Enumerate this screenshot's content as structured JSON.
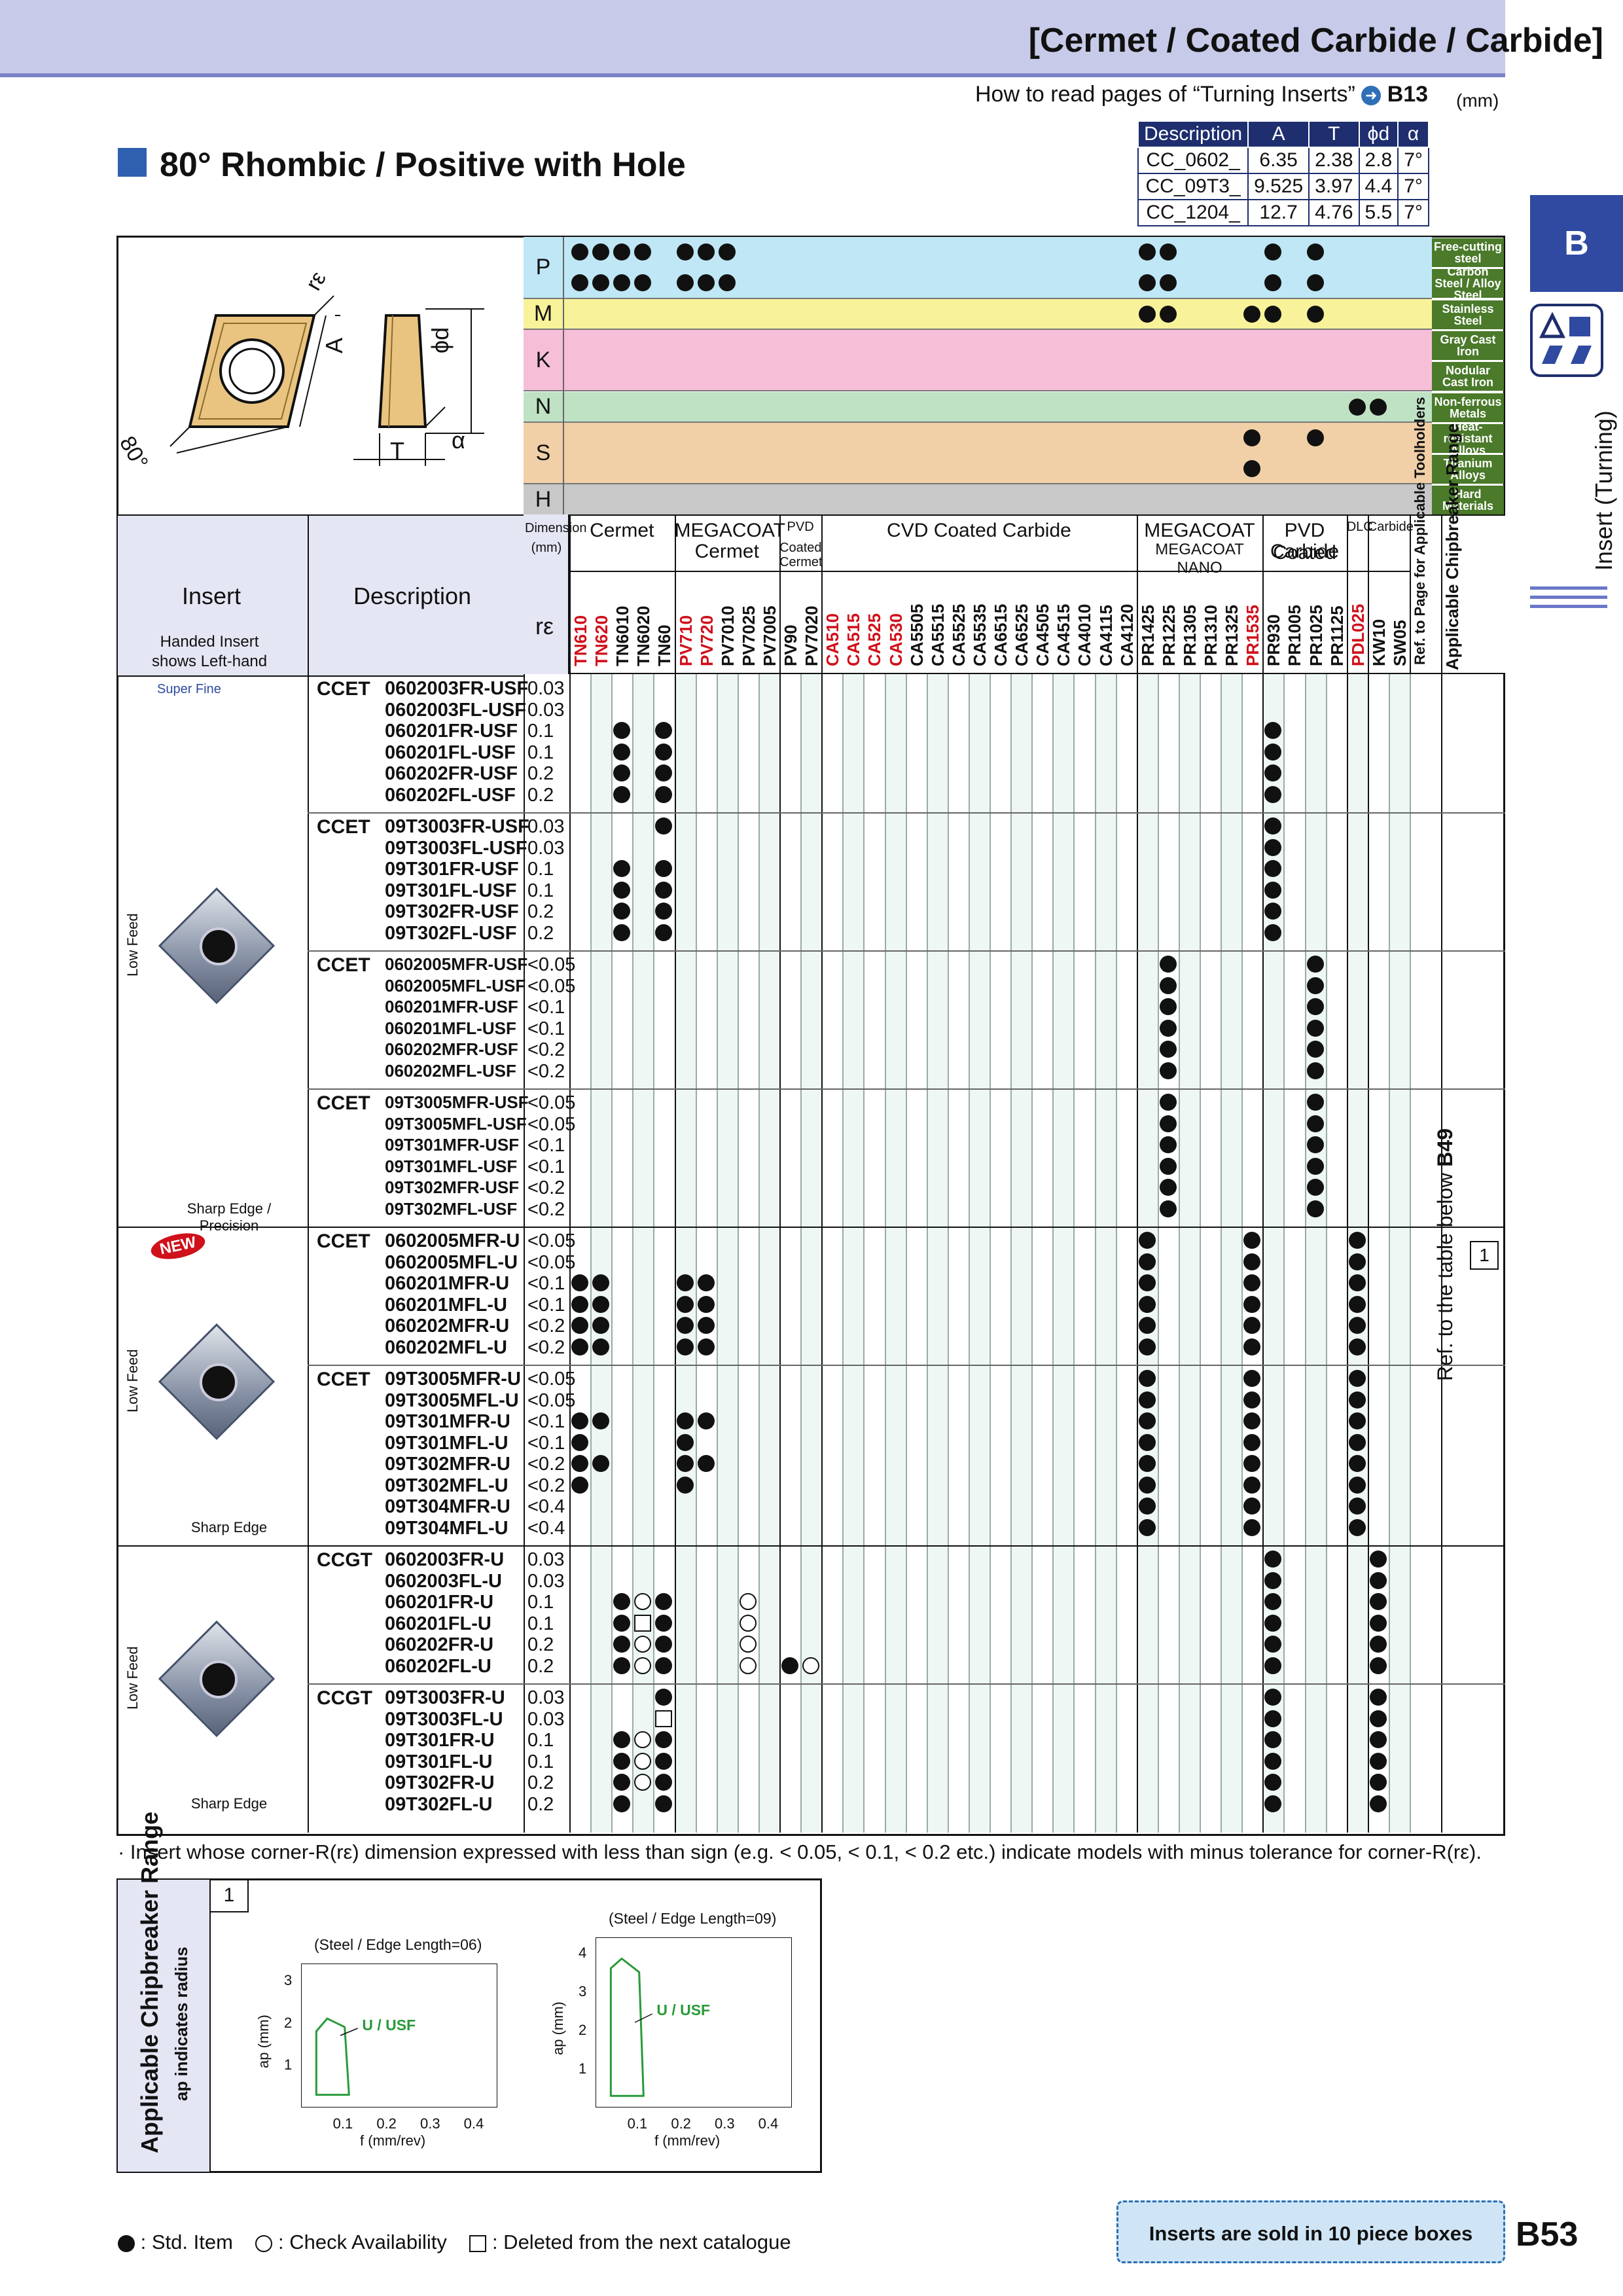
{
  "header": {
    "title": "[Cermet / Coated Carbide / Carbide]",
    "howto": "How to read pages of “Turning Inserts”",
    "howto_ref": "B13",
    "unit": "(mm)"
  },
  "section_title": "80° Rhombic / Positive with Hole",
  "dims_table": {
    "headers": [
      "Description",
      "A",
      "T",
      "ϕd",
      "α"
    ],
    "rows": [
      [
        "CC_0602_",
        "6.35",
        "2.38",
        "2.8",
        "7°"
      ],
      [
        "CC_09T3_",
        "9.525",
        "3.97",
        "4.4",
        "7°"
      ],
      [
        "CC_1204_",
        "12.7",
        "4.76",
        "5.5",
        "7°"
      ]
    ]
  },
  "side_tab": {
    "letter": "B",
    "label": "Insert (Turning)"
  },
  "drawing": {
    "re": "rε",
    "A": "A",
    "T": "T",
    "phid": "ϕd",
    "alpha": "α",
    "angle": "80°"
  },
  "workpieces": [
    {
      "letter": "P",
      "labels": [
        "Free-cutting steel",
        "Carbon Steel / Alloy Steel"
      ],
      "color": "#bfe7f5"
    },
    {
      "letter": "M",
      "labels": [
        "Stainless Steel"
      ],
      "color": "#f8f29a"
    },
    {
      "letter": "K",
      "labels": [
        "Gray Cast Iron",
        "Nodular Cast Iron"
      ],
      "color": "#f6bfd7"
    },
    {
      "letter": "N",
      "labels": [
        "Non-ferrous Metals"
      ],
      "color": "#bfe1c4"
    },
    {
      "letter": "S",
      "labels": [
        "Heat-resistant Alloys",
        "Titanium Alloys"
      ],
      "color": "#f1d0a8"
    },
    {
      "letter": "H",
      "labels": [
        "Hard Materials"
      ],
      "color": "#c8c8c8"
    }
  ],
  "col_header": {
    "insert": "Insert",
    "handed": "Handed Insert",
    "handed2": "shows Left-hand",
    "description": "Description",
    "dimension": "Dimension",
    "dimension2": "(mm)",
    "re": "rε",
    "ref_page": "Ref. to Page for",
    "ref_page2": "Applicable Toolholders",
    "chip": "Applicable",
    "chip2": "Chipbreaker Range"
  },
  "groups": [
    {
      "name": "Cermet",
      "sub": ""
    },
    {
      "name": "MEGACOAT",
      "sub": "Cermet"
    },
    {
      "name": "PVD",
      "sub": "Coated",
      "sub2": "Cermet"
    },
    {
      "name": "CVD Coated Carbide",
      "sub": ""
    },
    {
      "name": "MEGACOAT",
      "sub": "MEGACOAT NANO"
    },
    {
      "name": "PVD Coated",
      "sub": "Carbide"
    },
    {
      "name": "DLC",
      "sub": ""
    },
    {
      "name": "Carbide",
      "sub": ""
    }
  ],
  "grades": [
    "TN610",
    "TN620",
    "TN6010",
    "TN6020",
    "TN60",
    "PV710",
    "PV720",
    "PV7010",
    "PV7025",
    "PV7005",
    "PV90",
    "PV7020",
    "CA510",
    "CA515",
    "CA525",
    "CA530",
    "CA5505",
    "CA5515",
    "CA5525",
    "CA5535",
    "CA6515",
    "CA6525",
    "CA4505",
    "CA4515",
    "CA4010",
    "CA4115",
    "CA4120",
    "PR1425",
    "PR1225",
    "PR1305",
    "PR1310",
    "PR1325",
    "PR1535",
    "PR930",
    "PR1005",
    "PR1025",
    "PR1125",
    "PDL025",
    "KW10",
    "SW05"
  ],
  "sections": [
    {
      "category": "Low Feed",
      "tag": "Super Fine",
      "edge": "Sharp Edge / Precision",
      "new": "",
      "blocks": [
        {
          "type": "CCET",
          "rows": [
            [
              "0602003FR-USF",
              "0.03"
            ],
            [
              "0602003FL-USF",
              "0.03"
            ],
            [
              "060201FR-USF",
              "0.1"
            ],
            [
              "060201FL-USF",
              "0.1"
            ],
            [
              "060202FR-USF",
              "0.2"
            ],
            [
              "060202FL-USF",
              "0.2"
            ]
          ]
        },
        {
          "type": "CCET",
          "rows": [
            [
              "09T3003FR-USF",
              "0.03"
            ],
            [
              "09T3003FL-USF",
              "0.03"
            ],
            [
              "09T301FR-USF",
              "0.1"
            ],
            [
              "09T301FL-USF",
              "0.1"
            ],
            [
              "09T302FR-USF",
              "0.2"
            ],
            [
              "09T302FL-USF",
              "0.2"
            ]
          ]
        },
        {
          "type": "CCET",
          "rows": [
            [
              "0602005MFR-USF",
              "<0.05"
            ],
            [
              "0602005MFL-USF",
              "<0.05"
            ],
            [
              "060201MFR-USF",
              "<0.1"
            ],
            [
              "060201MFL-USF",
              "<0.1"
            ],
            [
              "060202MFR-USF",
              "<0.2"
            ],
            [
              "060202MFL-USF",
              "<0.2"
            ]
          ]
        },
        {
          "type": "CCET",
          "rows": [
            [
              "09T3005MFR-USF",
              "<0.05"
            ],
            [
              "09T3005MFL-USF",
              "<0.05"
            ],
            [
              "09T301MFR-USF",
              "<0.1"
            ],
            [
              "09T301MFL-USF",
              "<0.1"
            ],
            [
              "09T302MFR-USF",
              "<0.2"
            ],
            [
              "09T302MFL-USF",
              "<0.2"
            ]
          ]
        }
      ]
    },
    {
      "category": "Low Feed",
      "tag": "",
      "edge": "Sharp Edge",
      "new": "NEW",
      "blocks": [
        {
          "type": "CCET",
          "rows": [
            [
              "0602005MFR-U",
              "<0.05"
            ],
            [
              "0602005MFL-U",
              "<0.05"
            ],
            [
              "060201MFR-U",
              "<0.1"
            ],
            [
              "060201MFL-U",
              "<0.1"
            ],
            [
              "060202MFR-U",
              "<0.2"
            ],
            [
              "060202MFL-U",
              "<0.2"
            ]
          ]
        },
        {
          "type": "CCET",
          "rows": [
            [
              "09T3005MFR-U",
              "<0.05"
            ],
            [
              "09T3005MFL-U",
              "<0.05"
            ],
            [
              "09T301MFR-U",
              "<0.1"
            ],
            [
              "09T301MFL-U",
              "<0.1"
            ],
            [
              "09T302MFR-U",
              "<0.2"
            ],
            [
              "09T302MFL-U",
              "<0.2"
            ],
            [
              "09T304MFR-U",
              "<0.4"
            ],
            [
              "09T304MFL-U",
              "<0.4"
            ]
          ]
        }
      ]
    },
    {
      "category": "Low Feed",
      "tag": "",
      "edge": "Sharp Edge",
      "new": "",
      "blocks": [
        {
          "type": "CCGT",
          "rows": [
            [
              "0602003FR-U",
              "0.03"
            ],
            [
              "0602003FL-U",
              "0.03"
            ],
            [
              "060201FR-U",
              "0.1"
            ],
            [
              "060201FL-U",
              "0.1"
            ],
            [
              "060202FR-U",
              "0.2"
            ],
            [
              "060202FL-U",
              "0.2"
            ]
          ]
        },
        {
          "type": "CCGT",
          "rows": [
            [
              "09T3003FR-U",
              "0.03"
            ],
            [
              "09T3003FL-U",
              "0.03"
            ],
            [
              "09T301FR-U",
              "0.1"
            ],
            [
              "09T301FL-U",
              "0.1"
            ],
            [
              "09T302FR-U",
              "0.2"
            ],
            [
              "09T302FL-U",
              "0.2"
            ]
          ]
        }
      ]
    }
  ],
  "ref_text": "Ref. to the table below",
  "ref_page": "B49",
  "chip_no": "1",
  "note": "· Insert whose corner-R(rε) dimension expressed with less than sign (e.g. < 0.05, < 0.1, < 0.2 etc.) indicate models with minus tolerance for corner-R(rε).",
  "chipbreaker": {
    "title": "Applicable Chipbreaker Range",
    "subtitle": "ap indicates radius",
    "number": "1",
    "charts": [
      {
        "caption": "(Steel / Edge Length=06)",
        "label": "U / USF",
        "ylabel": "ap (mm)",
        "xlabel": "f (mm/rev)",
        "yticks": [
          "1",
          "2",
          "3"
        ],
        "xticks": [
          "0.1",
          "0.2",
          "0.3",
          "0.4"
        ]
      },
      {
        "caption": "(Steel / Edge Length=09)",
        "label": "U / USF",
        "ylabel": "ap (mm)",
        "xlabel": "f (mm/rev)",
        "yticks": [
          "1",
          "2",
          "3",
          "4"
        ],
        "xticks": [
          "0.1",
          "0.2",
          "0.3",
          "0.4"
        ]
      }
    ]
  },
  "footer": {
    "std": ": Std. Item",
    "check": ": Check Availability",
    "deleted": ": Deleted from the next catalogue",
    "sold": "Inserts are sold in 10 piece boxes",
    "page": "B53"
  },
  "colors": {
    "accent": "#2f4aa0",
    "header_bg": "#c7cbe9",
    "red_grade": "#d0101a",
    "chip_line": "#2a9a3a"
  }
}
